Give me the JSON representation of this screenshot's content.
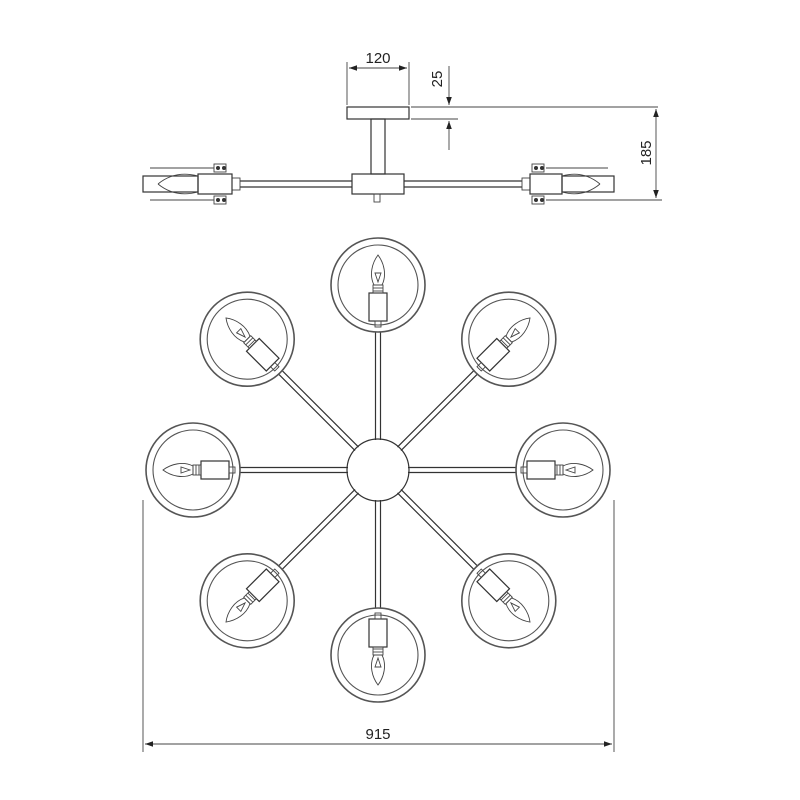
{
  "dimensions": {
    "canopy_width": "120",
    "canopy_height": "25",
    "total_height": "185",
    "total_width": "915"
  },
  "colors": {
    "line": "#333333",
    "ring": "#555555",
    "background": "#ffffff"
  },
  "arm_count": 8
}
